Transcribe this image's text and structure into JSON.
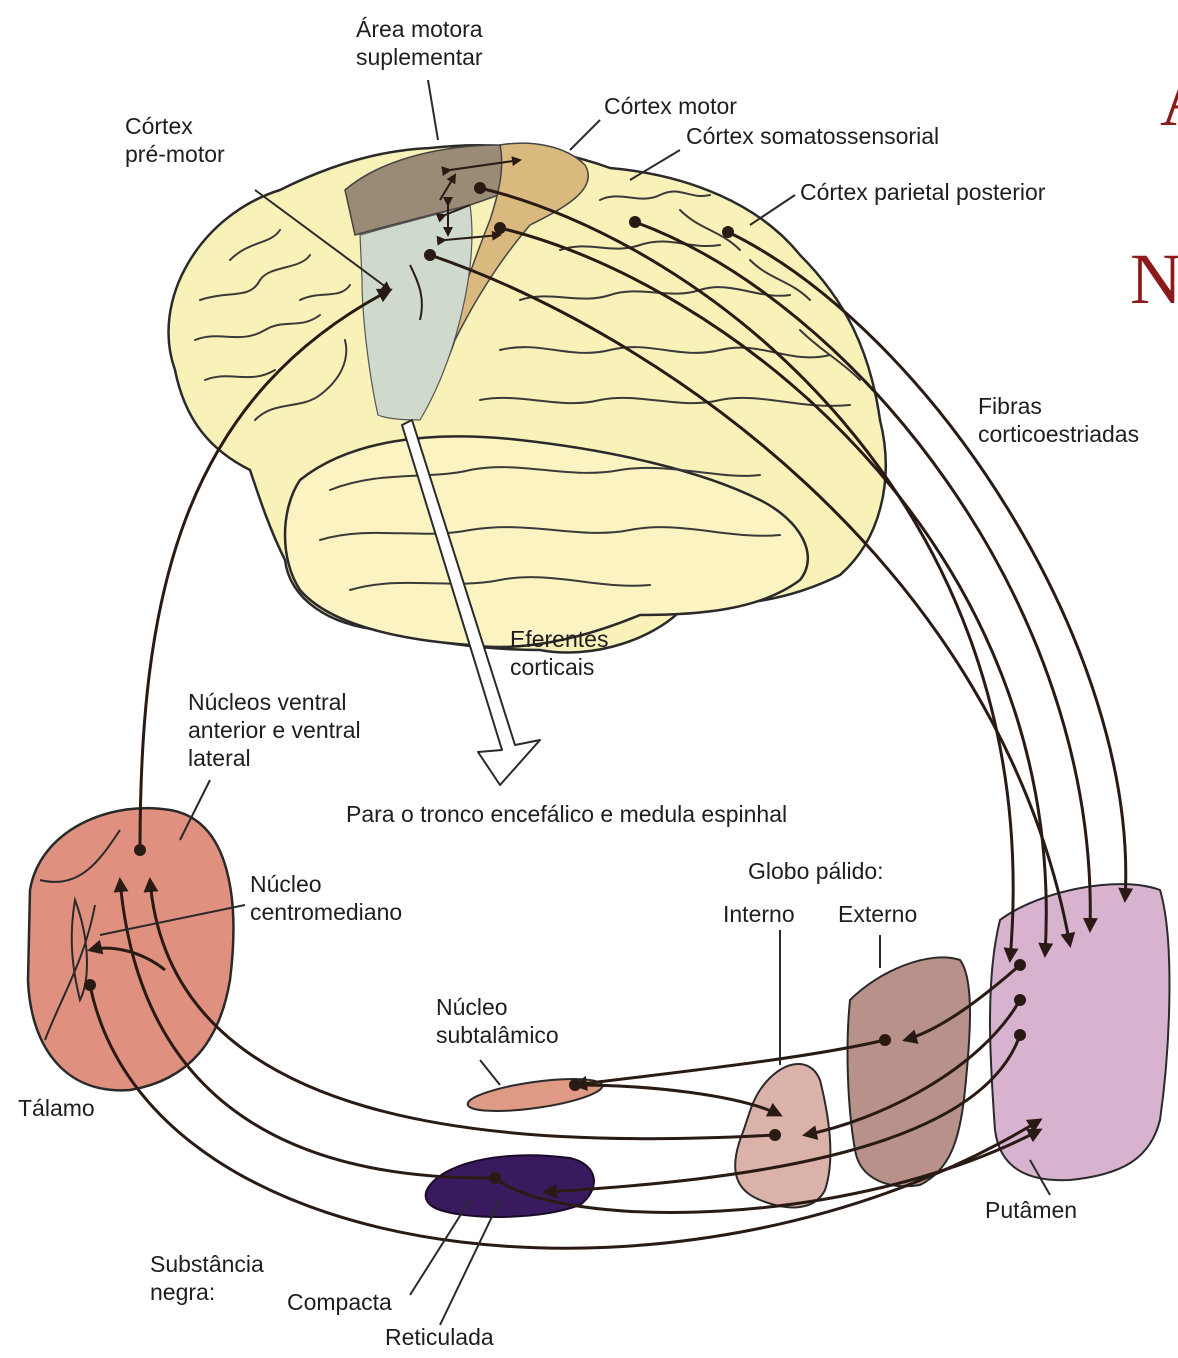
{
  "labels": {
    "area_motora_1": "Área motora",
    "area_motora_2": "suplementar",
    "cortex_premotor_1": "Córtex",
    "cortex_premotor_2": "pré-motor",
    "cortex_motor": "Córtex motor",
    "cortex_somato": "Córtex somatossensorial",
    "cortex_parietal": "Córtex parietal  posterior",
    "fibras_1": "Fibras",
    "fibras_2": "corticoestriadas",
    "eferentes_1": "Eferentes",
    "eferentes_2": "corticais",
    "nucleos_1": "Núcleos ventral",
    "nucleos_2": "anterior e ventral",
    "nucleos_3": "lateral",
    "tronco": "Para o tronco encefálico e medula espinhal",
    "centromediano_1": "Núcleo",
    "centromediano_2": "centromediano",
    "globo": "Globo pálido:",
    "interno": "Interno",
    "externo": "Externo",
    "subtalamico_1": "Núcleo",
    "subtalamico_2": "subtalâmico",
    "talamo": "Tálamo",
    "putamen": "Putâmen",
    "substancia_1": "Substância",
    "substancia_2": "negra:",
    "compacta": "Compacta",
    "reticulada": "Reticulada"
  },
  "title_fragments": {
    "top": "A",
    "middle": "N"
  },
  "colors": {
    "brain": "#f9f2b8",
    "supplementary_motor": "#9a8a76",
    "motor_cortex": "#d9b97e",
    "premotor": "#cfd9cc",
    "thalamus": "#df907f",
    "putamen": "#d7b3d0",
    "globus_external": "#b8928a",
    "globus_internal": "#dbb2aa",
    "subthalamic": "#df9a86",
    "substantia_nigra": "#3a1a5e",
    "title_red": "#8b1a1a"
  }
}
